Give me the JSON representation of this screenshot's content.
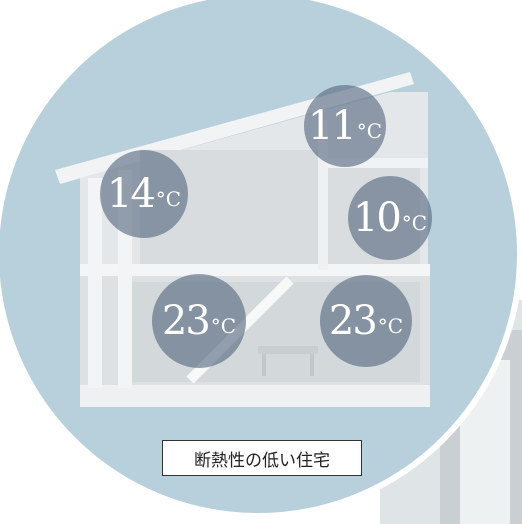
{
  "colors": {
    "circle_bg": "#b8d0db",
    "house_wall": "#e9ebec",
    "bubble": "#566880"
  },
  "temperatures": [
    {
      "id": "attic-right",
      "value": "11",
      "unit": "°C"
    },
    {
      "id": "second-floor-left",
      "value": "14",
      "unit": "°C"
    },
    {
      "id": "second-floor-right",
      "value": "10",
      "unit": "°C"
    },
    {
      "id": "first-floor-left",
      "value": "23",
      "unit": "°C"
    },
    {
      "id": "first-floor-right",
      "value": "23",
      "unit": "°C"
    }
  ],
  "caption": "断熱性の低い住宅"
}
